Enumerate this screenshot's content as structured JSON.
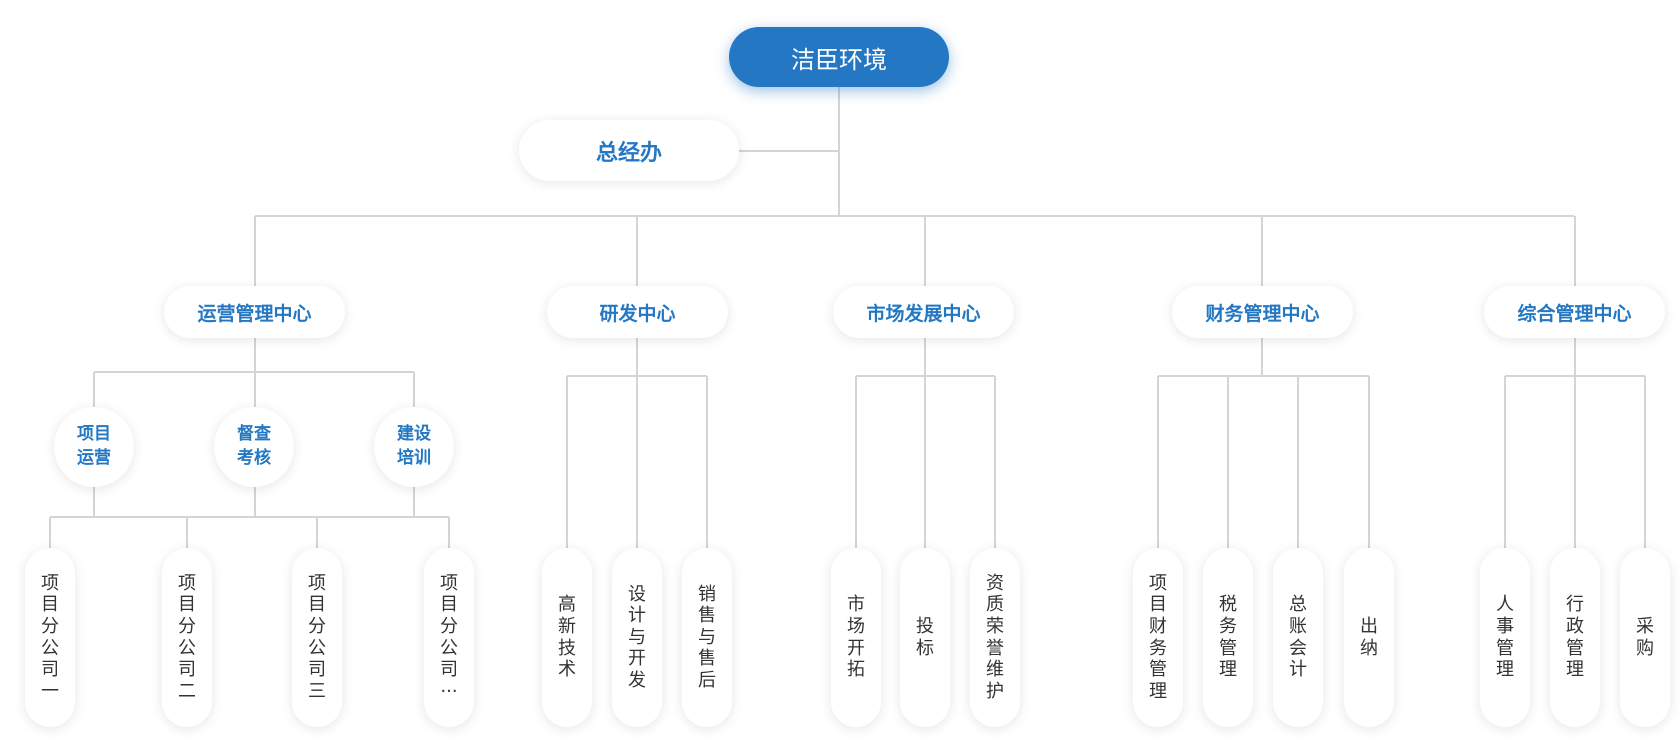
{
  "colors": {
    "accent": "#2478c3",
    "line": "#d4d4d4",
    "leaf_text": "#333333"
  },
  "org_chart": {
    "root": "洁臣环境",
    "office": "总经办",
    "centers": [
      {
        "name": "运营管理中心",
        "subunits": [
          "项目运营",
          "督查考核",
          "建设培训"
        ]
      },
      {
        "name": "研发中心"
      },
      {
        "name": "市场发展中心"
      },
      {
        "name": "财务管理中心"
      },
      {
        "name": "综合管理中心"
      }
    ],
    "departments": [
      "项目分公司一",
      "项目分公司二",
      "项目分公司三",
      "项目分公司···",
      "高新技术",
      "设计与开发",
      "销售与售后",
      "市场开拓",
      "投标",
      "资质荣誉维护",
      "项目财务管理",
      "税务管理",
      "总账会计",
      "出纳",
      "人事管理",
      "行政管理",
      "采购"
    ]
  }
}
